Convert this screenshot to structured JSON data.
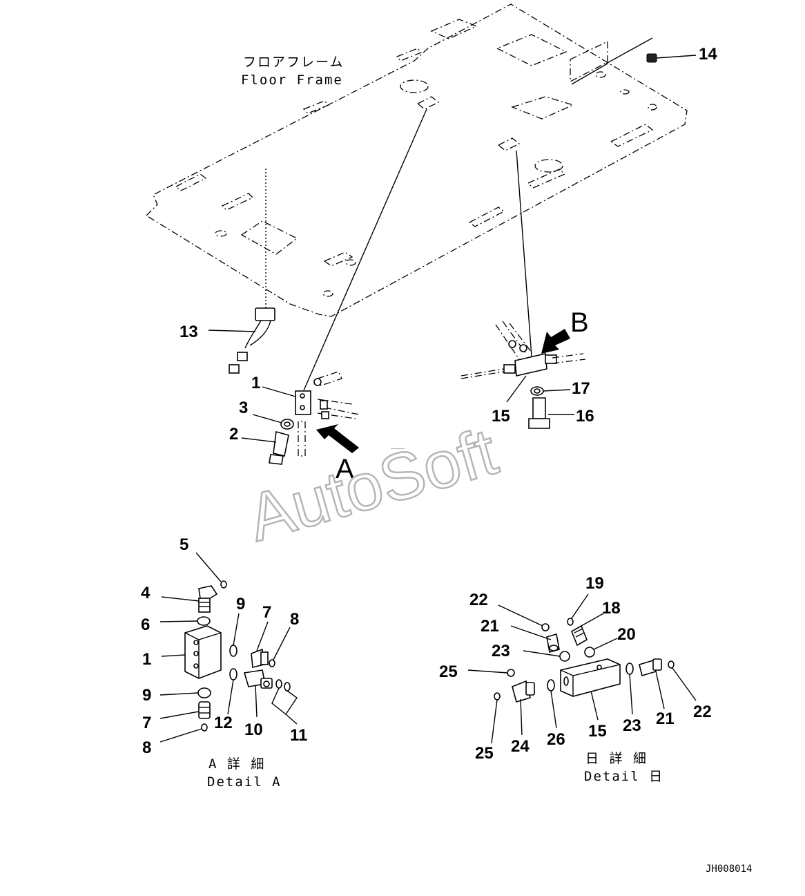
{
  "floor_frame": {
    "label_jp": "フロアフレーム",
    "label_en": "Floor Frame"
  },
  "view_letters": {
    "a": "A",
    "b": "B"
  },
  "watermark": "AutoSoft",
  "detail_a": {
    "title_jp": "A 詳 細",
    "title_en": "Detail A"
  },
  "detail_b": {
    "title_jp": "日 詳 細",
    "title_en": "Detail 日"
  },
  "doc_id": "JH008014",
  "callouts": {
    "main": [
      "13",
      "14",
      "1",
      "3",
      "2",
      "15",
      "17",
      "16"
    ],
    "detail_a": [
      "5",
      "4",
      "6",
      "9",
      "7",
      "8",
      "1",
      "9",
      "7",
      "8",
      "12",
      "10",
      "11"
    ],
    "detail_b": [
      "19",
      "22",
      "18",
      "21",
      "20",
      "23",
      "25",
      "15",
      "23",
      "21",
      "22",
      "25",
      "24",
      "26"
    ]
  }
}
